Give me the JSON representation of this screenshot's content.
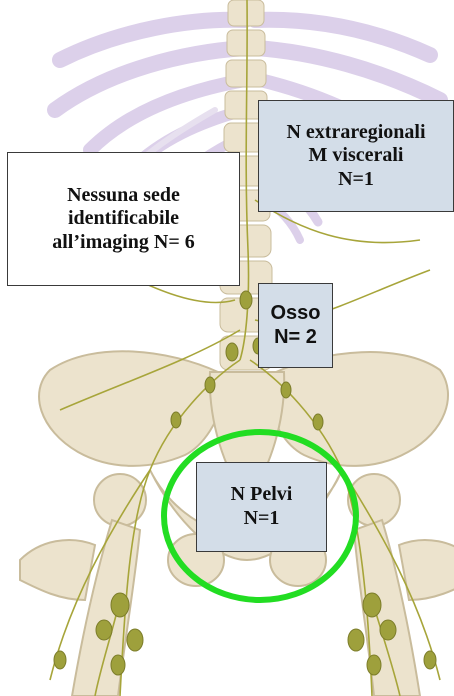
{
  "labels": {
    "extraregional": {
      "line1": "N extraregionali",
      "line2": "M viscerali",
      "line3": "N=1"
    },
    "no_site": {
      "line1": "Nessuna sede",
      "line2": "identificabile",
      "line3": "all’imaging N= 6"
    },
    "bone": {
      "line1": "Osso",
      "line2": "N= 2"
    },
    "pelvis": {
      "line1": "N Pelvi",
      "line2": "N=1"
    }
  },
  "colors": {
    "background": "#ffffff",
    "bone": "#ece3cd",
    "bone_shadow": "#c9bc9c",
    "ribs": "#dcd0ea",
    "lymph": "#a7a53a",
    "lymph_node": "#9ea03c",
    "label_fill": "#d3dde8",
    "highlight_ring": "#22dd22"
  },
  "highlight": {
    "shape": "ellipse",
    "target": "pelvis"
  }
}
